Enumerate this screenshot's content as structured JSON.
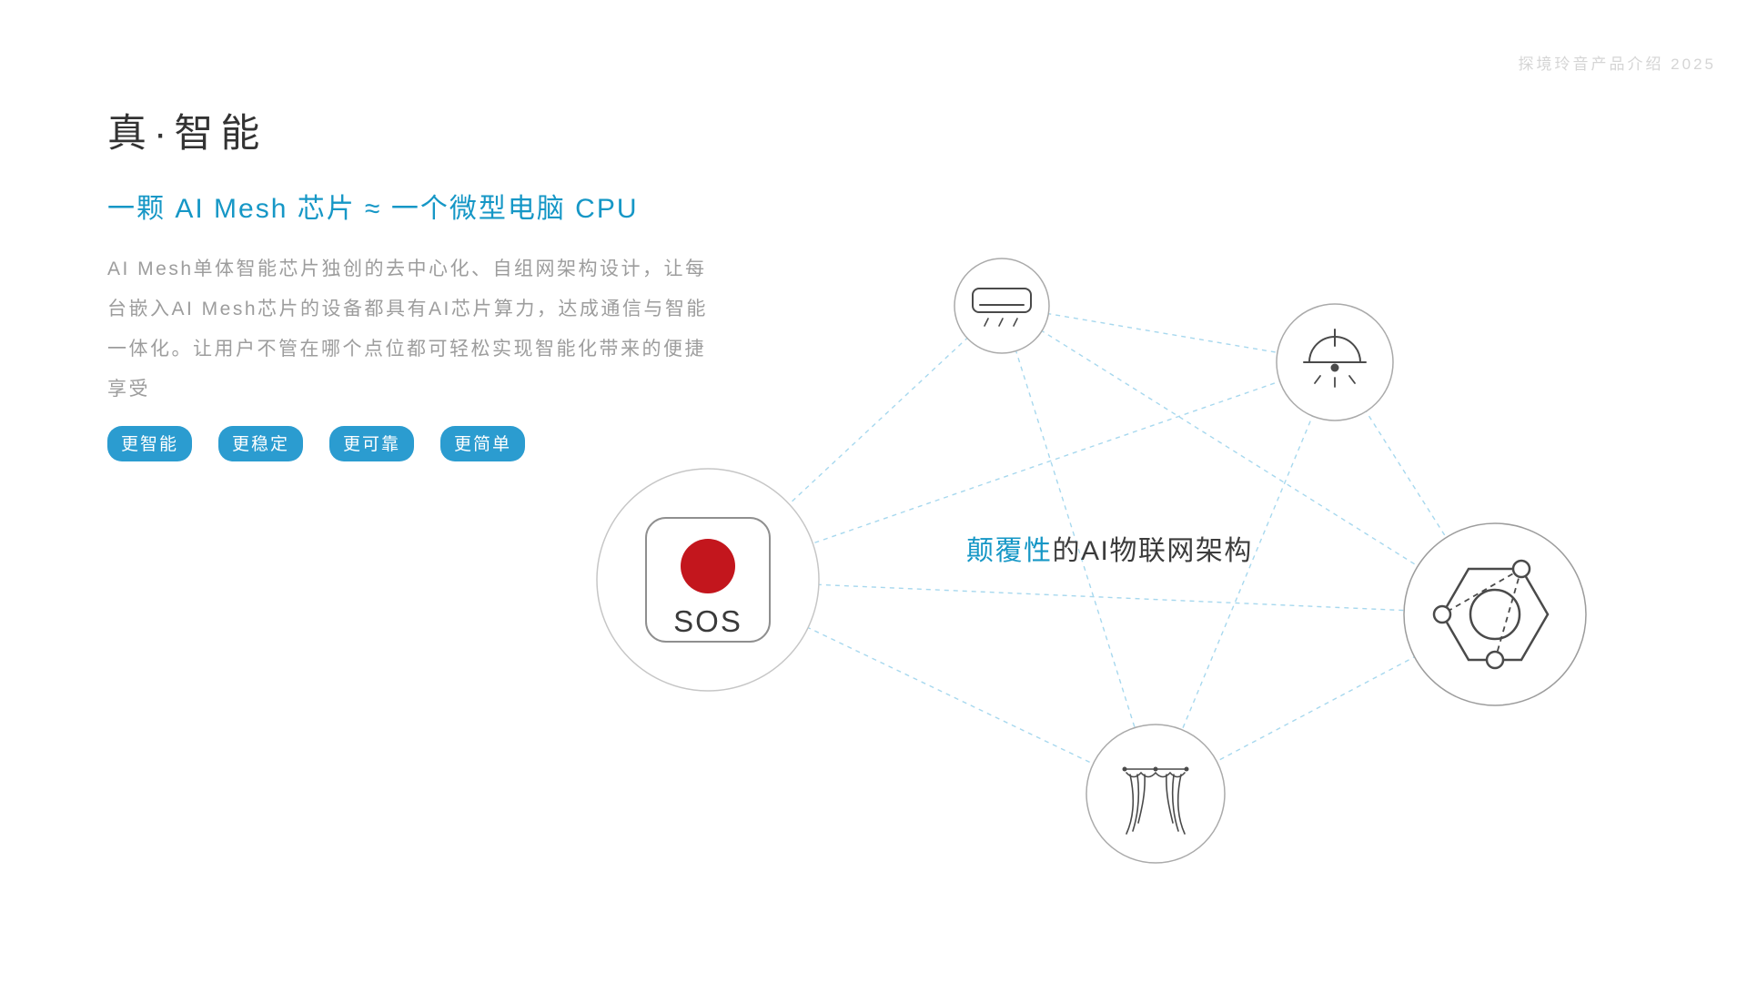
{
  "header": {
    "right_text": "探境玲音产品介绍  2025"
  },
  "content": {
    "title": "真·智能",
    "subtitle": "一颗 AI Mesh 芯片 ≈ 一个微型电脑 CPU",
    "paragraph": "AI Mesh单体智能芯片独创的去中心化、自组网架构设计，让每台嵌入AI Mesh芯片的设备都具有AI芯片算力，达成通信与智能一体化。让用户不管在哪个点位都可轻松实现智能化带来的便捷享受",
    "badges": [
      "更智能",
      "更稳定",
      "更可靠",
      "更简单"
    ]
  },
  "diagram": {
    "caption": {
      "highlight": "颠覆性",
      "rest": "的AI物联网架构"
    },
    "sos_label": "SOS",
    "nodes": [
      {
        "id": "air-conditioner",
        "icon": "air-conditioner-icon"
      },
      {
        "id": "ceiling-lamp",
        "icon": "ceiling-lamp-icon"
      },
      {
        "id": "sos-button",
        "icon": "sos-button-icon",
        "label": "SOS"
      },
      {
        "id": "curtain",
        "icon": "curtain-icon"
      },
      {
        "id": "mesh-chip",
        "icon": "mesh-network-icon"
      }
    ],
    "colors": {
      "accent": "#1697c6",
      "badge_bg": "#2b9cd0",
      "connection_line": "#a7d8ee",
      "sos_red": "#c3161d"
    }
  }
}
